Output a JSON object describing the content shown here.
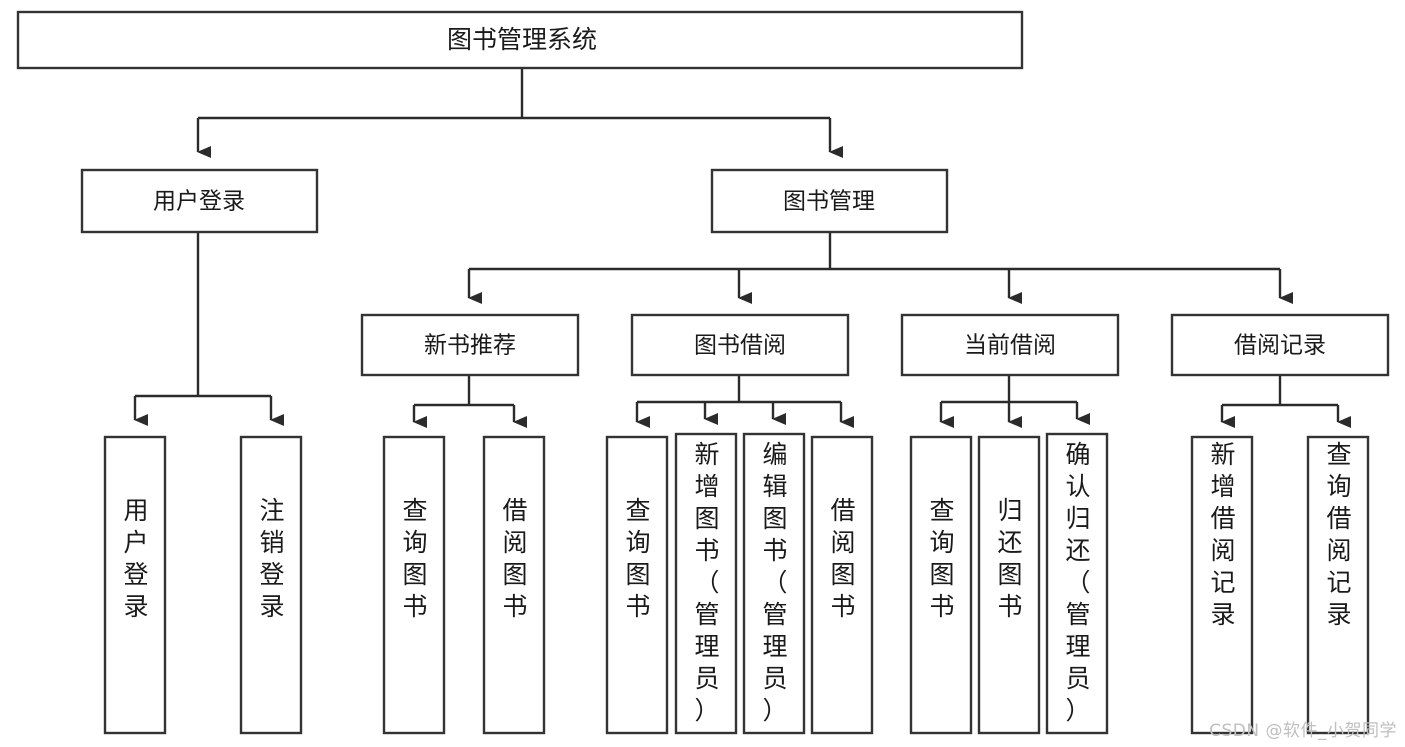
{
  "diagram": {
    "title": "图书管理系统",
    "type": "tree-hierarchy-chart",
    "orientation": "top-down",
    "colors": {
      "box_fill": "#ffffff",
      "box_stroke": "#333333",
      "connector": "#2b2b2b",
      "text": "#1a1a1a",
      "background": "#ffffff",
      "watermark": "#bfbfbf"
    },
    "root": {
      "id": "root",
      "label": "图书管理系统"
    },
    "level1": [
      {
        "id": "user-login",
        "label": "用户登录"
      },
      {
        "id": "book-manage",
        "label": "图书管理"
      }
    ],
    "level2": [
      {
        "id": "new-book-rec",
        "label": "新书推荐",
        "parent": "book-manage"
      },
      {
        "id": "book-borrow",
        "label": "图书借阅",
        "parent": "book-manage"
      },
      {
        "id": "current-borrow",
        "label": "当前借阅",
        "parent": "book-manage"
      },
      {
        "id": "borrow-record",
        "label": "借阅记录",
        "parent": "book-manage"
      }
    ],
    "leaves": [
      {
        "id": "leaf-user-login",
        "label": "用户登录",
        "parent": "user-login"
      },
      {
        "id": "leaf-user-logout",
        "label": "注销登录",
        "parent": "user-login"
      },
      {
        "id": "leaf-query-book-1",
        "label": "查询图书",
        "parent": "new-book-rec"
      },
      {
        "id": "leaf-borrow-book-1",
        "label": "借阅图书",
        "parent": "new-book-rec"
      },
      {
        "id": "leaf-query-book-2",
        "label": "查询图书",
        "parent": "book-borrow"
      },
      {
        "id": "leaf-add-book",
        "label": "新增图书（管理员）",
        "parent": "book-borrow"
      },
      {
        "id": "leaf-edit-book",
        "label": "编辑图书（管理员）",
        "parent": "book-borrow"
      },
      {
        "id": "leaf-borrow-book-2",
        "label": "借阅图书",
        "parent": "book-borrow"
      },
      {
        "id": "leaf-query-book-3",
        "label": "查询图书",
        "parent": "current-borrow"
      },
      {
        "id": "leaf-return-book",
        "label": "归还图书",
        "parent": "current-borrow"
      },
      {
        "id": "leaf-confirm-return",
        "label": "确认归还（管理员）",
        "parent": "current-borrow"
      },
      {
        "id": "leaf-add-record",
        "label": "新增借阅记录",
        "parent": "borrow-record"
      },
      {
        "id": "leaf-query-record",
        "label": "查询借阅记录",
        "parent": "borrow-record"
      }
    ]
  },
  "watermark": {
    "text": "CSDN @软件_小贺同学"
  }
}
